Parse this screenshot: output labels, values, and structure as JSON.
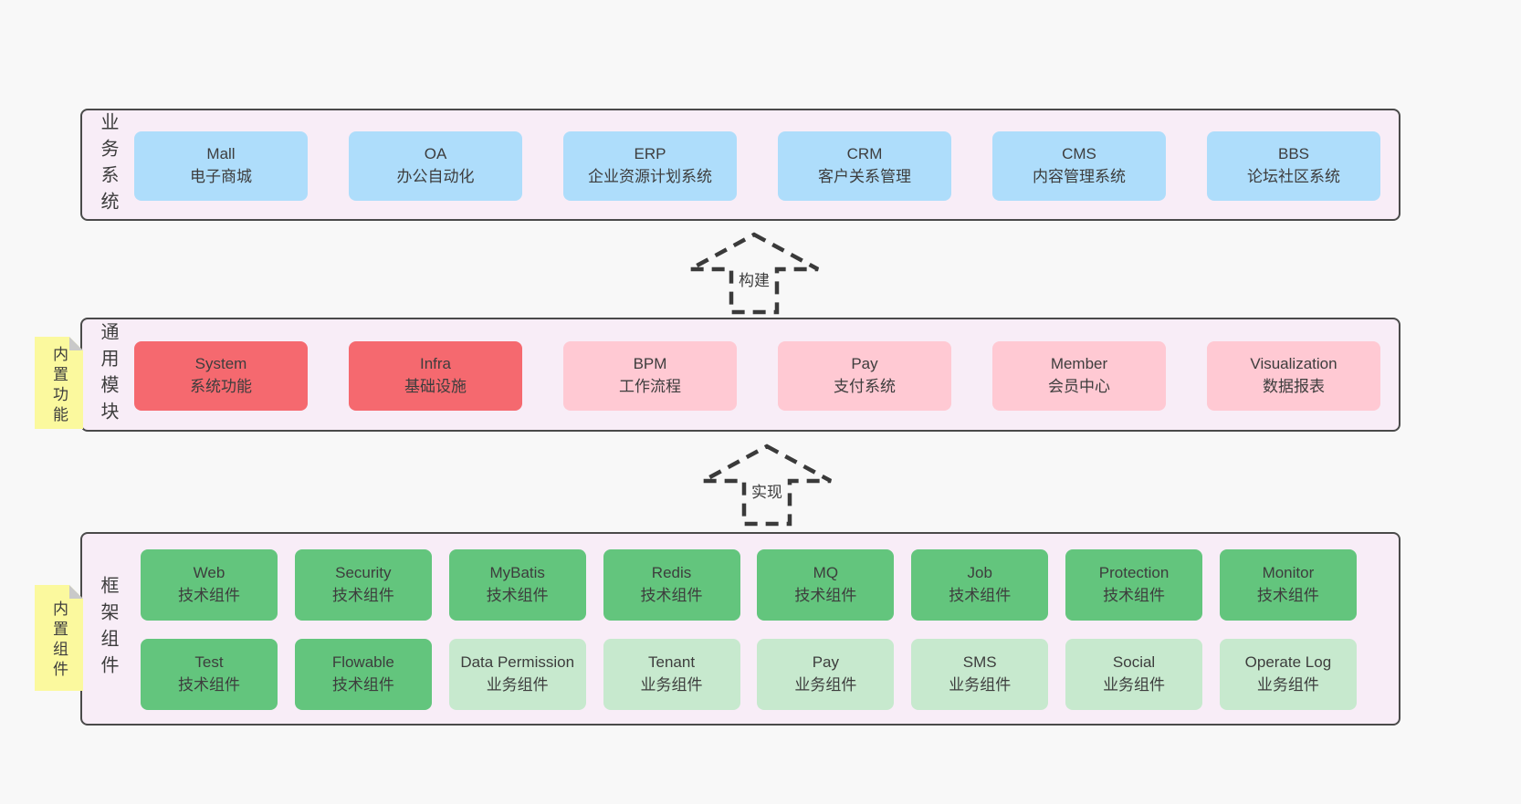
{
  "colors": {
    "page_bg": "#f8f8f8",
    "container_bg": "#f8edf7",
    "container_border": "#4a4a4a",
    "blue": "#aeddfb",
    "red": "#f5696f",
    "pink": "#ffc9d3",
    "green_dark": "#63c57d",
    "green_light": "#c7e9ce",
    "note_yellow": "#fbf99e",
    "note_fold_gray": "#c9c9c9",
    "text": "#3d3d3d"
  },
  "layers": [
    {
      "id": "business",
      "side_label": "业务系统",
      "boxes": [
        {
          "title": "Mall",
          "subtitle": "电子商城",
          "variant": "blue"
        },
        {
          "title": "OA",
          "subtitle": "办公自动化",
          "variant": "blue"
        },
        {
          "title": "ERP",
          "subtitle": "企业资源计划系统",
          "variant": "blue"
        },
        {
          "title": "CRM",
          "subtitle": "客户关系管理",
          "variant": "blue"
        },
        {
          "title": "CMS",
          "subtitle": "内容管理系统",
          "variant": "blue"
        },
        {
          "title": "BBS",
          "subtitle": "论坛社区系统",
          "variant": "blue"
        }
      ]
    },
    {
      "id": "modules",
      "side_label": "通用模块",
      "note": "内置功能",
      "boxes": [
        {
          "title": "System",
          "subtitle": "系统功能",
          "variant": "red"
        },
        {
          "title": "Infra",
          "subtitle": "基础设施",
          "variant": "red"
        },
        {
          "title": "BPM",
          "subtitle": "工作流程",
          "variant": "pink"
        },
        {
          "title": "Pay",
          "subtitle": "支付系统",
          "variant": "pink"
        },
        {
          "title": "Member",
          "subtitle": "会员中心",
          "variant": "pink"
        },
        {
          "title": "Visualization",
          "subtitle": "数据报表",
          "variant": "pink"
        }
      ]
    },
    {
      "id": "components",
      "side_label": "框架组件",
      "note": "内置组件",
      "rows": [
        [
          {
            "title": "Web",
            "subtitle": "技术组件",
            "variant": "green"
          },
          {
            "title": "Security",
            "subtitle": "技术组件",
            "variant": "green"
          },
          {
            "title": "MyBatis",
            "subtitle": "技术组件",
            "variant": "green"
          },
          {
            "title": "Redis",
            "subtitle": "技术组件",
            "variant": "green"
          },
          {
            "title": "MQ",
            "subtitle": "技术组件",
            "variant": "green"
          },
          {
            "title": "Job",
            "subtitle": "技术组件",
            "variant": "green"
          },
          {
            "title": "Protection",
            "subtitle": "技术组件",
            "variant": "green"
          },
          {
            "title": "Monitor",
            "subtitle": "技术组件",
            "variant": "green"
          }
        ],
        [
          {
            "title": "Test",
            "subtitle": "技术组件",
            "variant": "green"
          },
          {
            "title": "Flowable",
            "subtitle": "技术组件",
            "variant": "green"
          },
          {
            "title": "Data Permission",
            "subtitle": "业务组件",
            "variant": "green-light"
          },
          {
            "title": "Tenant",
            "subtitle": "业务组件",
            "variant": "green-light"
          },
          {
            "title": "Pay",
            "subtitle": "业务组件",
            "variant": "green-light"
          },
          {
            "title": "SMS",
            "subtitle": "业务组件",
            "variant": "green-light"
          },
          {
            "title": "Social",
            "subtitle": "业务组件",
            "variant": "green-light"
          },
          {
            "title": "Operate Log",
            "subtitle": "业务组件",
            "variant": "green-light"
          }
        ]
      ]
    }
  ],
  "arrows": [
    {
      "label": "构建"
    },
    {
      "label": "实现"
    }
  ]
}
